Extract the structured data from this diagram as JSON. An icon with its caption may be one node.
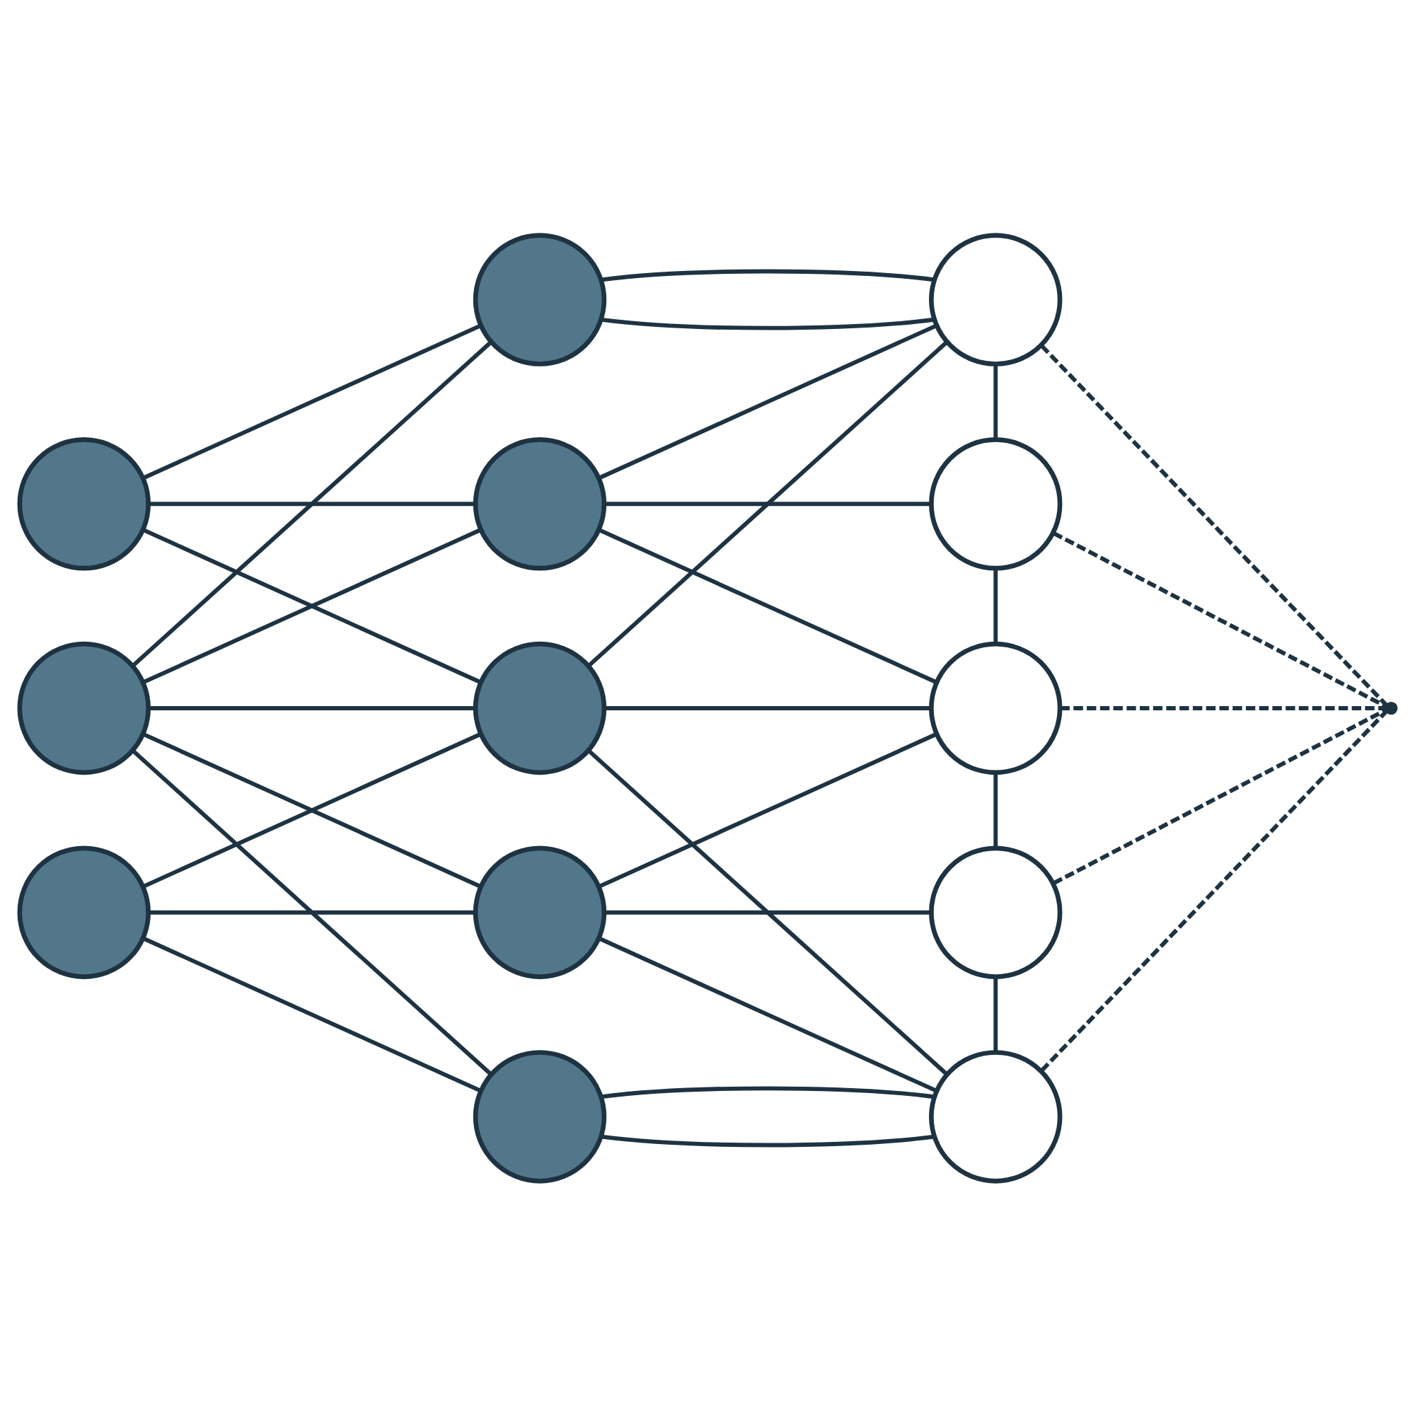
{
  "diagram": {
    "nodes": [
      {
        "text": [],
        "shape": "circle"
      },
      {
        "text": [],
        "shape": "circle"
      },
      {
        "text": [],
        "shape": "circle"
      },
      {
        "text": [],
        "shape": "circle"
      },
      {
        "text": [],
        "shape": "circle"
      },
      {
        "text": [],
        "shape": "circle"
      },
      {
        "text": [],
        "shape": "circle"
      },
      {
        "text": [],
        "shape": "circle"
      },
      {
        "text": [],
        "shape": "circle"
      },
      {
        "text": [],
        "shape": "circle"
      },
      {
        "text": [],
        "shape": "circle"
      },
      {
        "text": [],
        "shape": "circle"
      },
      {
        "text": [],
        "shape": "circle"
      },
      {
        "text": [],
        "shape": "point"
      }
    ],
    "edges": [
      {
        "from": 0,
        "to": 3,
        "arrow": "none"
      },
      {
        "from": 0,
        "to": 4,
        "arrow": "none"
      },
      {
        "from": 0,
        "to": 5,
        "arrow": "none"
      },
      {
        "from": 1,
        "to": 3,
        "arrow": "none"
      },
      {
        "from": 1,
        "to": 4,
        "arrow": "none"
      },
      {
        "from": 1,
        "to": 5,
        "arrow": "none"
      },
      {
        "from": 1,
        "to": 6,
        "arrow": "none"
      },
      {
        "from": 1,
        "to": 7,
        "arrow": "none"
      },
      {
        "from": 2,
        "to": 5,
        "arrow": "none"
      },
      {
        "from": 2,
        "to": 6,
        "arrow": "none"
      },
      {
        "from": 2,
        "to": 7,
        "arrow": "none"
      },
      {
        "from": 3,
        "to": 8,
        "arrow": "none"
      },
      {
        "from": 3,
        "to": 8,
        "arrow": "none"
      },
      {
        "from": 4,
        "to": 8,
        "arrow": "none"
      },
      {
        "from": 4,
        "to": 9,
        "arrow": "none"
      },
      {
        "from": 4,
        "to": 10,
        "arrow": "none"
      },
      {
        "from": 5,
        "to": 8,
        "arrow": "none"
      },
      {
        "from": 5,
        "to": 10,
        "arrow": "none"
      },
      {
        "from": 5,
        "to": 12,
        "arrow": "none"
      },
      {
        "from": 6,
        "to": 10,
        "arrow": "none"
      },
      {
        "from": 6,
        "to": 11,
        "arrow": "none"
      },
      {
        "from": 6,
        "to": 12,
        "arrow": "none"
      },
      {
        "from": 7,
        "to": 12,
        "arrow": "none"
      },
      {
        "from": 7,
        "to": 12,
        "arrow": "none"
      },
      {
        "from": 8,
        "to": 9,
        "arrow": "none"
      },
      {
        "from": 9,
        "to": 10,
        "arrow": "none"
      },
      {
        "from": 10,
        "to": 11,
        "arrow": "none"
      },
      {
        "from": 11,
        "to": 12,
        "arrow": "none"
      },
      {
        "from": 8,
        "to": 13,
        "arrow": "none",
        "style": "dashed"
      },
      {
        "from": 9,
        "to": 13,
        "arrow": "none",
        "style": "dashed"
      },
      {
        "from": 10,
        "to": 13,
        "arrow": "none",
        "style": "dashed"
      },
      {
        "from": 11,
        "to": 13,
        "arrow": "none",
        "style": "dashed"
      },
      {
        "from": 12,
        "to": 13,
        "arrow": "none",
        "style": "dashed"
      }
    ]
  }
}
